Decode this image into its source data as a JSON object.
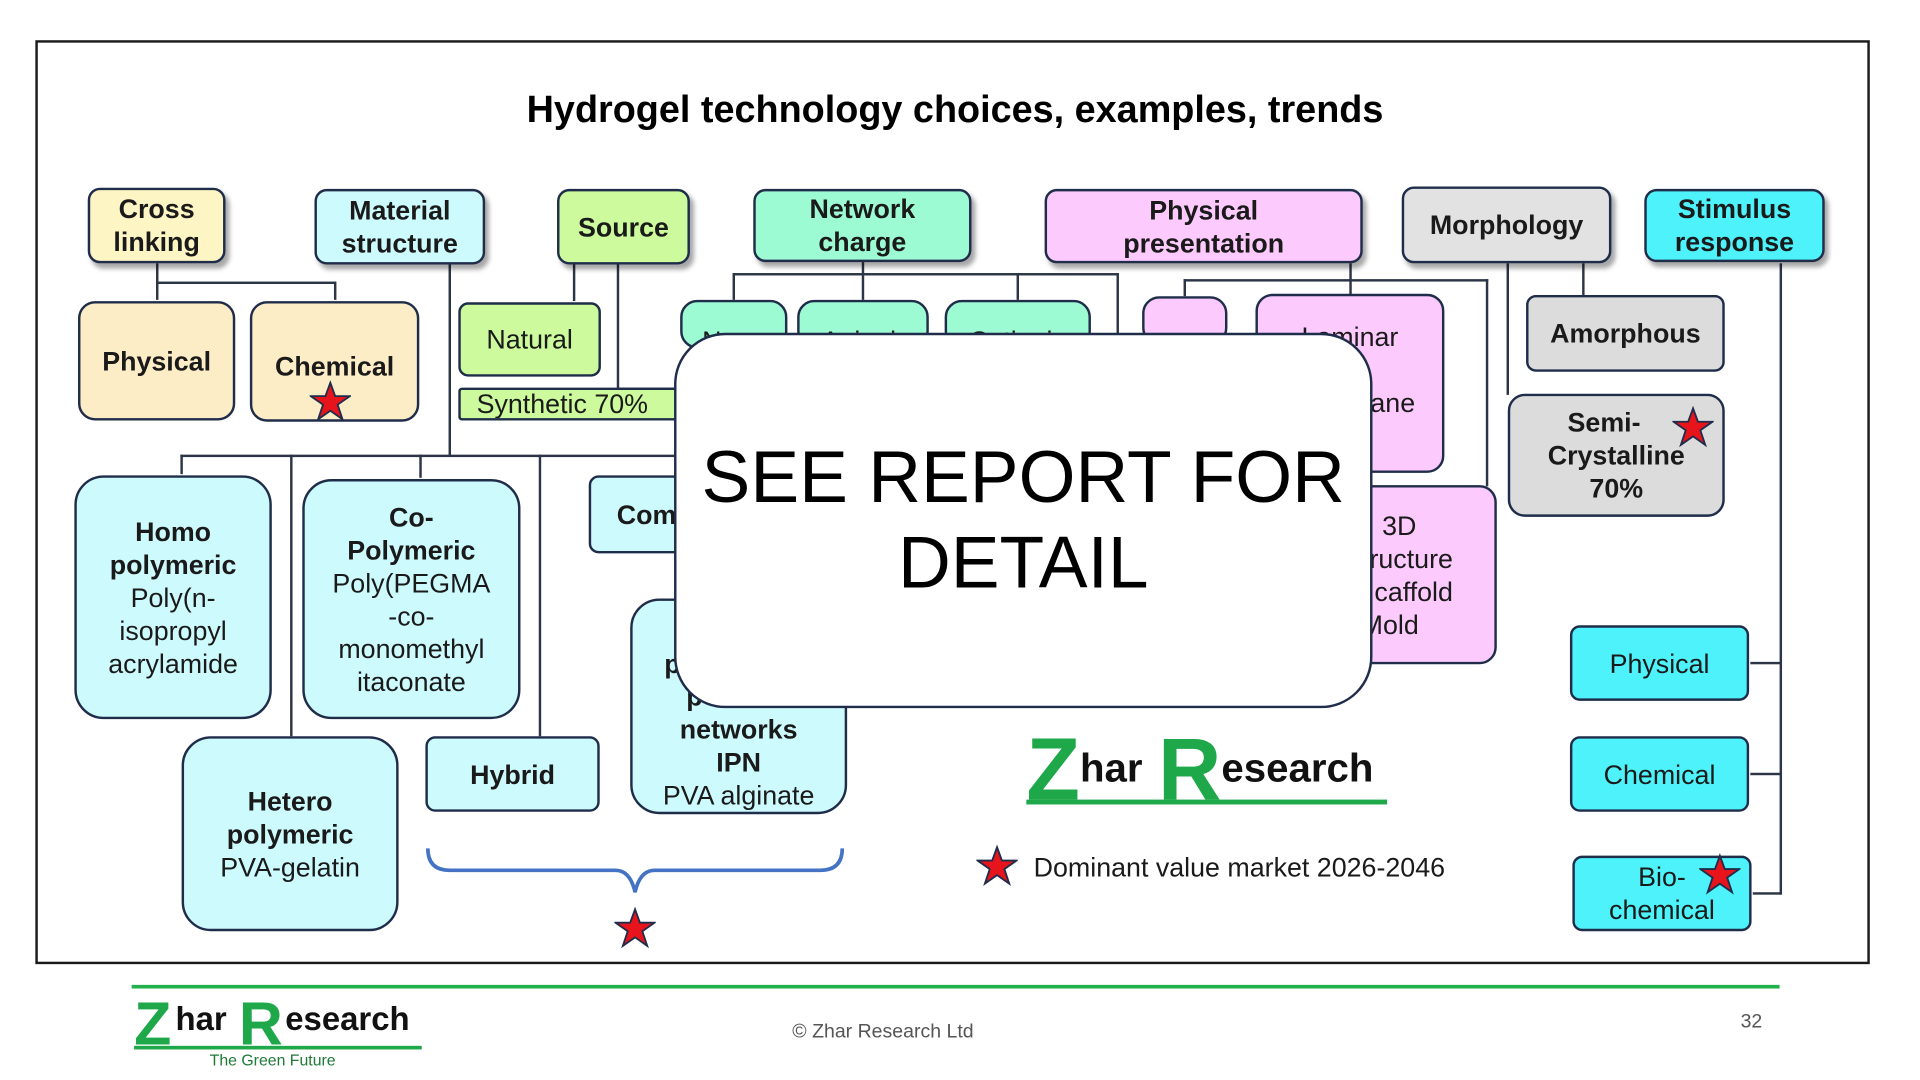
{
  "title": "Hydrogel technology choices, examples,  trends",
  "headers": {
    "cross_linking": [
      "Cross",
      "linking"
    ],
    "material_structure": [
      "Material",
      "structure"
    ],
    "source": "Source",
    "network_charge": [
      "Network",
      "charge"
    ],
    "physical_presentation": [
      "Physical",
      "presentation"
    ],
    "morphology": "Morphology",
    "stimulus_response": [
      "Stimulus",
      "response"
    ]
  },
  "cross_linking": {
    "physical": "Physical",
    "chemical": "Chemical"
  },
  "source": {
    "natural": "Natural",
    "synthetic": "Synthetic 70%"
  },
  "network_partial": {
    "item1": "N",
    "item2": "Anioni",
    "item3": "Cationi"
  },
  "presentation_partial": {
    "laminar": [
      "Laminar",
      "n",
      "ane",
      "."
    ],
    "three_d": [
      "3D",
      "ructure",
      "caffold",
      "Mold"
    ]
  },
  "morphology": {
    "amorphous": "Amorphous",
    "semi": [
      "Semi-",
      "Crystalline",
      "70%"
    ]
  },
  "structure": {
    "homo": {
      "title": [
        "Homo",
        "polymeric"
      ],
      "example": [
        "Poly(n-",
        "isopropyl",
        "acrylamide"
      ]
    },
    "co": {
      "title": [
        "Co-",
        "Polymeric"
      ],
      "example": [
        "Poly(PEGMA",
        "-co-",
        "monomethyl",
        "itaconate"
      ]
    },
    "hetero": {
      "title": [
        "Hetero",
        "polymeric"
      ],
      "example": [
        "PVA-gelatin"
      ]
    },
    "hybrid": "Hybrid",
    "composite_partial": "Com",
    "ipn": {
      "partial": [
        "p",
        "p"
      ],
      "title": [
        "networks",
        "IPN"
      ],
      "example": "PVA alginate"
    }
  },
  "stimulus": {
    "physical": "Physical",
    "chemical": "Chemical",
    "bio": [
      "Bio-",
      "chemical"
    ]
  },
  "overlay": [
    "SEE REPORT FOR",
    "DETAIL"
  ],
  "logo_main": {
    "z": "Z",
    "har": "har",
    "r": "R",
    "esearch": "esearch"
  },
  "legend": "Dominant value market 2026-2046",
  "footer": {
    "logo": {
      "z": "Z",
      "har": "har",
      "r": "R",
      "esearch": "esearch"
    },
    "tagline": "The Green Future",
    "copyright": "© Zhar Research Ltd",
    "page": "32"
  },
  "colors": {
    "star_fill": "#e8141c",
    "star_stroke": "#1f2d4a",
    "brand_green": "#1fa84a",
    "brace": "#4472c4"
  },
  "icons": [
    "star-icon",
    "brace-icon"
  ]
}
